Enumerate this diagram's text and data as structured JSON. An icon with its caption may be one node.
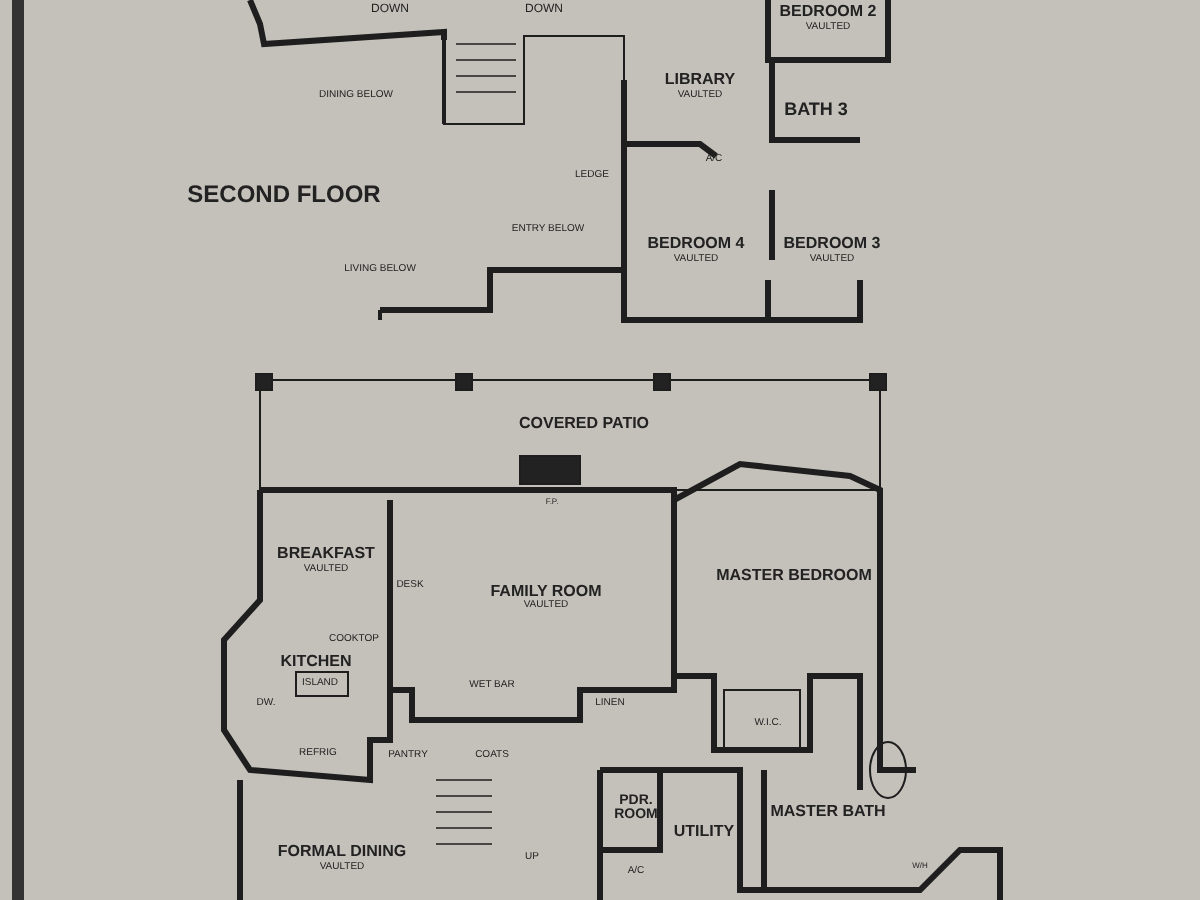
{
  "diagram": {
    "labels": [
      "DOWN",
      "DOWN",
      "BEDROOM 2",
      "VAULTED",
      "DINING BELOW",
      "LIBRARY",
      "VAULTED",
      "BATH 3",
      "A/C",
      "SECOND FLOOR",
      "LEDGE",
      "ENTRY BELOW",
      "BEDROOM 4",
      "VAULTED",
      "BEDROOM 3",
      "VAULTED",
      "LIVING BELOW",
      "COVERED PATIO",
      "F.P.",
      "BREAKFAST",
      "VAULTED",
      "MASTER BEDROOM",
      "DESK",
      "FAMILY ROOM",
      "VAULTED",
      "COOKTOP",
      "KITCHEN",
      "ISLAND",
      "DW.",
      "WET BAR",
      "LINEN",
      "W.I.C.",
      "REFRIG",
      "PANTRY",
      "COATS",
      "PDR. ROOM",
      "UTILITY",
      "MASTER BATH",
      "W/H",
      "FORMAL DINING",
      "VAULTED",
      "UP",
      "A/C"
    ]
  }
}
